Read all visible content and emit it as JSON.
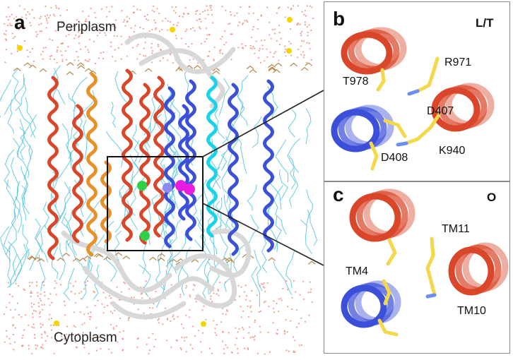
{
  "panel_a": {
    "letter": "a",
    "top_region": "Periplasm",
    "bottom_region": "Cytoplasm"
  },
  "panel_b": {
    "letter": "b",
    "state": "L/T",
    "residues": [
      "R971",
      "T978",
      "D407",
      "D408",
      "K940"
    ]
  },
  "panel_c": {
    "letter": "c",
    "state": "O",
    "helices": [
      "TM11",
      "TM4",
      "TM10"
    ]
  },
  "colors": {
    "helix_red": "#d9462a",
    "helix_orange": "#e8912a",
    "helix_blue": "#3b4fd8",
    "helix_cyan": "#19d3e8",
    "lipid": "#4fc3d9",
    "coil": "#d8d8d8",
    "sidechain": "#f2d84a",
    "nitrogen": "#6a8ff0",
    "ion_green": "#2fd14a",
    "ion_magenta": "#e81ce0",
    "ion_yellow": "#f5d400",
    "water": "#e8806e"
  }
}
